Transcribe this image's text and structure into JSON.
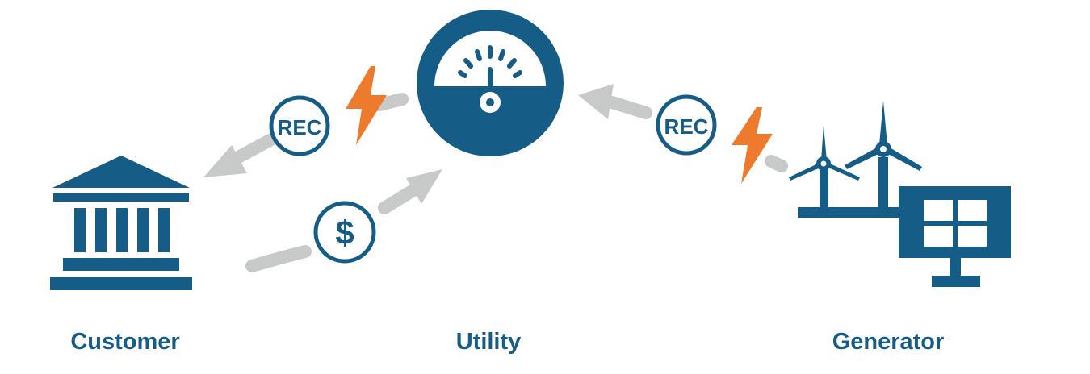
{
  "nodes": {
    "customer": {
      "label": "Customer"
    },
    "utility": {
      "label": "Utility"
    },
    "generator": {
      "label": "Generator"
    }
  },
  "badges": {
    "rec_left": "REC",
    "rec_right": "REC",
    "dollar": "$"
  },
  "colors": {
    "primary": "#155d86",
    "arrow": "#c8c9c9",
    "bolt": "#ee7b2d",
    "background": "#ffffff"
  },
  "icons": {
    "customer": "bank-building-icon",
    "utility": "meter-gauge-icon",
    "generator": "wind-turbines-and-solar-panel-icon",
    "energy": "lightning-bolt-icon"
  }
}
